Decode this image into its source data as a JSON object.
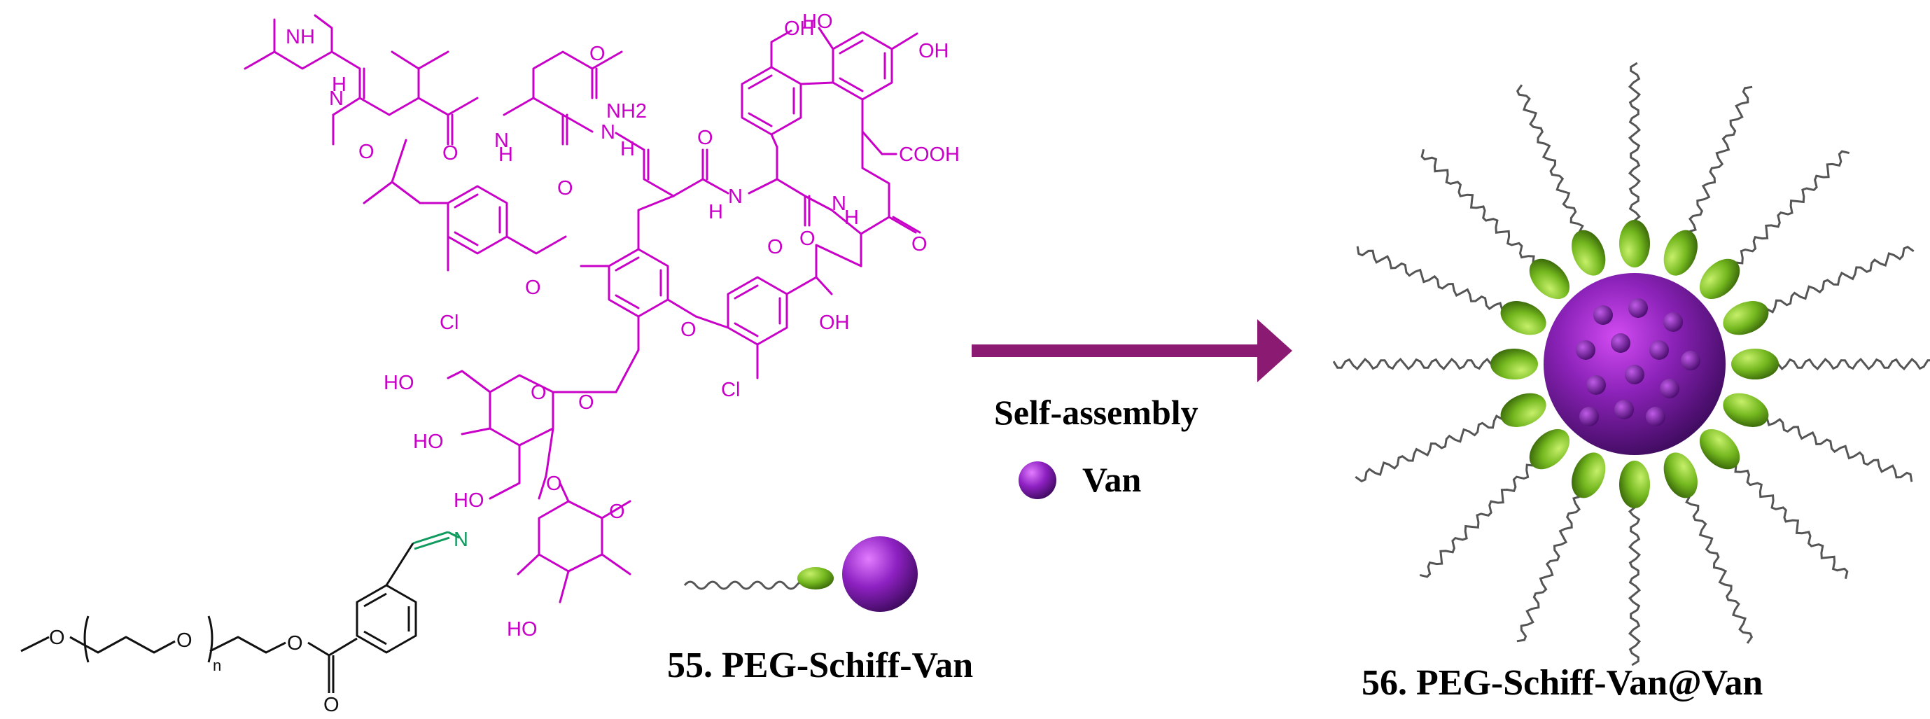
{
  "molecule": {
    "atom_labels": [
      "NH",
      "N",
      "H",
      "O",
      "O",
      "O",
      "NH2",
      "N",
      "H",
      "N",
      "H",
      "O",
      "O",
      "N",
      "H",
      "O",
      "N",
      "H",
      "OH",
      "HO",
      "OH",
      "COOH",
      "O",
      "O",
      "Cl",
      "O",
      "O",
      "OH",
      "Cl",
      "HO",
      "O",
      "HO",
      "O",
      "HO",
      "O",
      "O",
      "N",
      "HO",
      "O",
      "O",
      "O",
      "O",
      "n"
    ]
  },
  "labels": {
    "arrow_label": "Self-assembly",
    "legend_label": "Van",
    "polymer_label": "55. PEG-Schiff-Van",
    "micelle_label": "56. PEG-Schiff-Van@Van"
  },
  "colors": {
    "structure": "#c800c8",
    "linker": "#0f9a5e",
    "arrow": "#8a1a72",
    "core": "#7a22a8",
    "shell": "#6fb51f",
    "chain": "#555555"
  }
}
